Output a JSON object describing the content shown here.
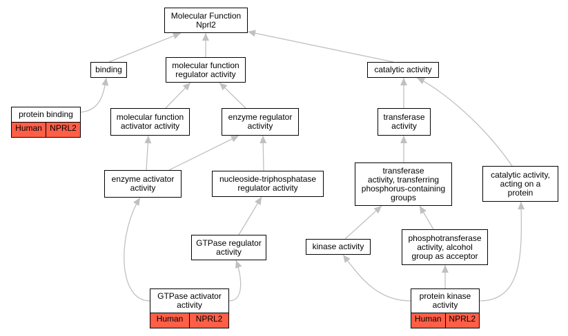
{
  "colors": {
    "edge": "#c0c0c0",
    "border": "#000000",
    "node_fill": "#ffffff",
    "annotation_fill": "#ff5f47"
  },
  "nodes": {
    "mf_root": "Molecular Function\nNprl2",
    "binding": "binding",
    "mf_regulator": "molecular function\nregulator activity",
    "catalytic": "catalytic activity",
    "protein_binding": "protein binding",
    "mf_activator": "molecular function\nactivator activity",
    "enzyme_regulator": "enzyme regulator\nactivity",
    "transferase": "transferase\nactivity",
    "enzyme_activator": "enzyme activator\nactivity",
    "ntpase_regulator": "nucleoside-triphosphatase\nregulator activity",
    "transferase_phosphorus": "transferase\nactivity, transferring\nphosphorus-containing\ngroups",
    "catalytic_protein": "catalytic activity,\nacting on a\nprotein",
    "gtpase_regulator": "GTPase regulator\nactivity",
    "kinase": "kinase activity",
    "phosphotransferase": "phosphotransferase\nactivity, alcohol\ngroup as acceptor",
    "gtpase_activator": "GTPase activator\nactivity",
    "protein_kinase": "protein kinase\nactivity"
  },
  "annotations": {
    "protein_binding": {
      "species": "Human",
      "gene": "NPRL2"
    },
    "gtpase_activator": {
      "species": "Human",
      "gene": "NPRL2"
    },
    "protein_kinase": {
      "species": "Human",
      "gene": "NPRL2"
    }
  },
  "edges": [
    {
      "from": "binding",
      "to": "mf_root"
    },
    {
      "from": "mf_regulator",
      "to": "mf_root"
    },
    {
      "from": "catalytic",
      "to": "mf_root"
    },
    {
      "from": "protein_binding",
      "to": "binding"
    },
    {
      "from": "mf_activator",
      "to": "mf_regulator"
    },
    {
      "from": "enzyme_regulator",
      "to": "mf_regulator"
    },
    {
      "from": "enzyme_activator",
      "to": "mf_activator"
    },
    {
      "from": "enzyme_activator",
      "to": "enzyme_regulator"
    },
    {
      "from": "ntpase_regulator",
      "to": "enzyme_regulator"
    },
    {
      "from": "gtpase_regulator",
      "to": "ntpase_regulator"
    },
    {
      "from": "gtpase_activator",
      "to": "enzyme_activator"
    },
    {
      "from": "gtpase_activator",
      "to": "gtpase_regulator"
    },
    {
      "from": "transferase",
      "to": "catalytic"
    },
    {
      "from": "catalytic_protein",
      "to": "catalytic"
    },
    {
      "from": "transferase_phosphorus",
      "to": "transferase"
    },
    {
      "from": "kinase",
      "to": "transferase_phosphorus"
    },
    {
      "from": "phosphotransferase",
      "to": "transferase_phosphorus"
    },
    {
      "from": "protein_kinase",
      "to": "kinase"
    },
    {
      "from": "protein_kinase",
      "to": "phosphotransferase"
    },
    {
      "from": "protein_kinase",
      "to": "catalytic_protein"
    }
  ]
}
